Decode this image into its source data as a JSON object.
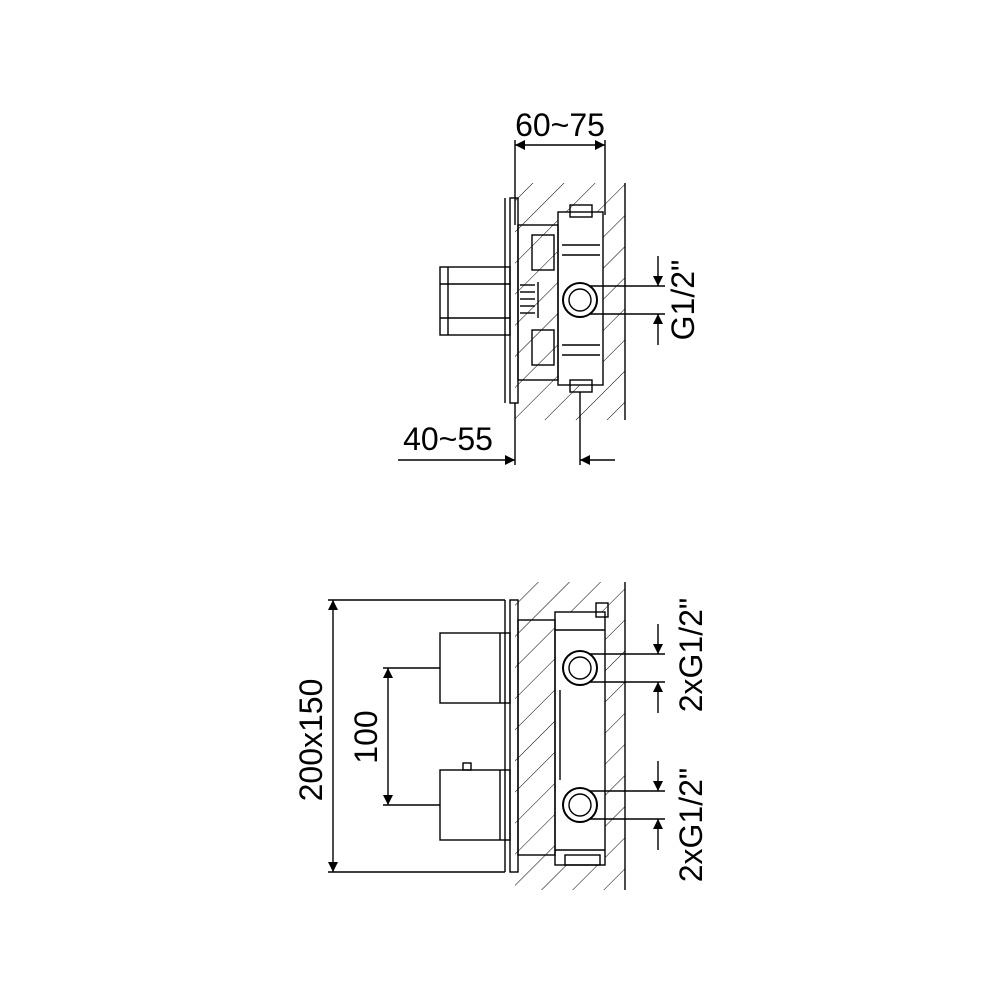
{
  "side_view": {
    "depth_dim": "60~75",
    "wall_dim": "40~55",
    "thread_dim": "G1/2\""
  },
  "front_view": {
    "overall_dim": "200x150",
    "spacing_dim": "100",
    "thread_top_dim": "2xG1/2\"",
    "thread_bottom_dim": "2xG1/2\""
  }
}
